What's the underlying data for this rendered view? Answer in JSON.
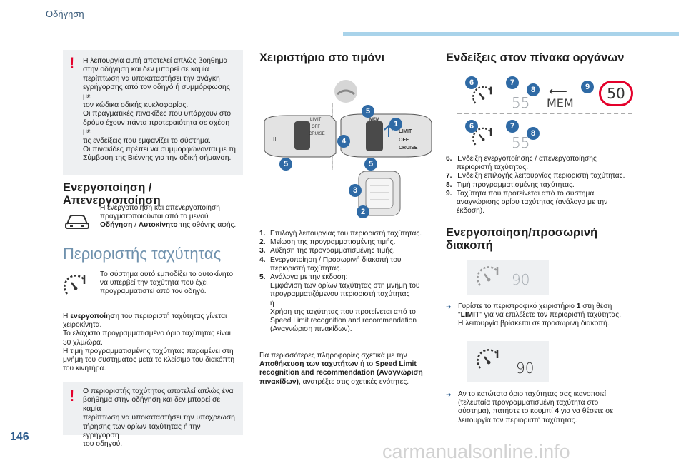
{
  "header": {
    "section": "Οδήγηση",
    "page_number": "146"
  },
  "watermark": "carmanualsonline.info",
  "left": {
    "alert1": [
      "Η λειτουργία αυτή αποτελεί απλώς βοήθημα",
      "στην οδήγηση και δεν μπορεί σε καμία",
      "περίπτωση να υποκαταστήσει την ανάγκη",
      "εγρήγορσης από τον οδηγό ή συμμόρφωσης με",
      "τον κώδικα οδικής κυκλοφορίας.",
      "Οι πραγματικές πινακίδες που υπάρχουν στο",
      "δρόμο έχουν πάντα προτεραιότητα σε σχέση με",
      "τις ενδείξεις που εμφανίζει το σύστημα.",
      "Οι πινακίδες πρέπει να συμμορφώνονται με τη",
      "Σύμβαση της Βιέννης για την οδική σήμανση."
    ],
    "activation_title_1": "Ενεργοποίηση /",
    "activation_title_2": "Απενεργοποίηση",
    "activation_text_1": "Η ενεργοποίηση και απενεργοποίηση",
    "activation_text_2": "πραγματοποιούνται από το μενού",
    "activation_menu_a": "Οδήγηση",
    "activation_sep": " / ",
    "activation_menu_b": "Αυτοκίνητο",
    "activation_tail": " της οθόνης αφής.",
    "limiter_title": "Περιοριστής ταχύτητας",
    "limiter_intro": [
      "Το σύστημα αυτό εμποδίζει το αυτοκίνητο",
      "να υπερβεί την ταχύτητα που έχει",
      "προγραμματιστεί από τον οδηγό."
    ],
    "body_p1_prefix": "Η ",
    "body_p1_bold": "ενεργοποίηση",
    "body_p1_rest": " του περιοριστή ταχύτητας γίνεται",
    "body_lines": [
      "χειροκίνητα.",
      "Το ελάχιστο προγραμματισμένο όριο ταχύτητας είναι",
      "30 χλμ/ώρα.",
      "Η τιμή προγραμματισμένης ταχύτητας παραμένει στη",
      "μνήμη του συστήματος μετά το κλείσιμο του διακόπτη",
      "του κινητήρα."
    ],
    "alert2": [
      "Ο περιοριστής ταχύτητας αποτελεί απλώς ένα",
      "βοήθημα στην οδήγηση και δεν μπορεί σε καμία",
      "περίπτωση να υποκαταστήσει την υποχρέωση",
      "τήρησης των ορίων ταχύτητας ή την εγρήγορση",
      "του οδηγού."
    ]
  },
  "middle": {
    "title": "Χειριστήριο στο τιμόνι",
    "switch_labels": {
      "limit": "LIMIT",
      "off": "OFF",
      "cruise": "CRUISE",
      "mem": "MEM"
    },
    "callouts": [
      "5",
      "1",
      "4",
      "5",
      "5",
      "3",
      "2"
    ],
    "list": [
      {
        "n": "1.",
        "lines": [
          "Επιλογή λειτουργίας του περιοριστή ταχύτητας."
        ]
      },
      {
        "n": "2.",
        "lines": [
          "Μείωση της προγραμματισμένης τιμής."
        ]
      },
      {
        "n": "3.",
        "lines": [
          "Αύξηση της προγραμματισμένης τιμής."
        ]
      },
      {
        "n": "4.",
        "lines": [
          "Ενεργοποίηση / Προσωρινή διακοπή του",
          "περιοριστή ταχύτητας."
        ]
      },
      {
        "n": "5.",
        "lines": [
          "Ανάλογα με την έκδοση:",
          "Εμφάνιση των ορίων ταχύτητας στη μνήμη του",
          "προγραμματιζόμενου περιοριστή ταχύτητας",
          "ή",
          "Χρήση της ταχύτητας που προτείνεται από το",
          "Speed Limit recognition and recommendation",
          "(Αναγνώριση πινακίδων)."
        ]
      }
    ],
    "more_info_1": "Για περισσότερες πληροφορίες σχετικά με την",
    "more_info_bold_1": "Αποθήκευση των ταχυτήτων",
    "more_info_mid": " ή το ",
    "more_info_bold_2": "Speed Limit",
    "more_info_bold_3": "recognition and recommendation (Αναγνώριση",
    "more_info_bold_4": "πινακίδων)",
    "more_info_tail": ", ανατρέξτε στις σχετικές ενότητες."
  },
  "right": {
    "title": "Ενδείξεις στον πίνακα οργάνων",
    "display_1": {
      "speed": "55",
      "mem": "MEM",
      "sign": "50",
      "callouts": [
        "6",
        "7",
        "8",
        "9"
      ]
    },
    "display_2": {
      "speed": "55",
      "callouts": [
        "6",
        "7",
        "8"
      ]
    },
    "list": [
      {
        "n": "6.",
        "lines": [
          "Ένδειξη ενεργοποίησης / απενεργοποίησης",
          "περιοριστή ταχύτητας."
        ]
      },
      {
        "n": "7.",
        "lines": [
          "Ένδειξη επιλογής λειτουργίας περιοριστή ταχύτητας."
        ]
      },
      {
        "n": "8.",
        "lines": [
          "Τιμή προγραμματισμένης ταχύτητας."
        ]
      },
      {
        "n": "9.",
        "lines": [
          "Ταχύτητα που προτείνεται από το σύστημα",
          "αναγνώρισης ορίου ταχύτητας (ανάλογα με την",
          "έκδοση)."
        ]
      }
    ],
    "pause_title_1": "Ενεργοποίηση/προσωρινή",
    "pause_title_2": "διακοπή",
    "screen_1_speed": "90",
    "step1_a": "Γυρίστε το περιστροφικό χειριστήριο ",
    "step1_b": "1",
    "step1_c": " στη θέση",
    "step1_d": "\"",
    "step1_e": "LIMIT",
    "step1_f": "\" για να επιλέξετε τον περιοριστή ταχύτητας.",
    "step1_g": "Η λειτουργία βρίσκεται σε προσωρινή διακοπή.",
    "screen_2_speed": "90",
    "step2_lines": [
      "Αν το κατώτατο όριο ταχύτητας σας ικανοποιεί",
      "(τελευταία προγραμματισμένη ταχύτητα στο"
    ],
    "step2_c": "σύστημα), πατήστε το κουμπί ",
    "step2_d": "4",
    "step2_e": " για να θέσετε σε",
    "step2_f": "λειτουργία τον περιοριστή ταχύτητας."
  }
}
